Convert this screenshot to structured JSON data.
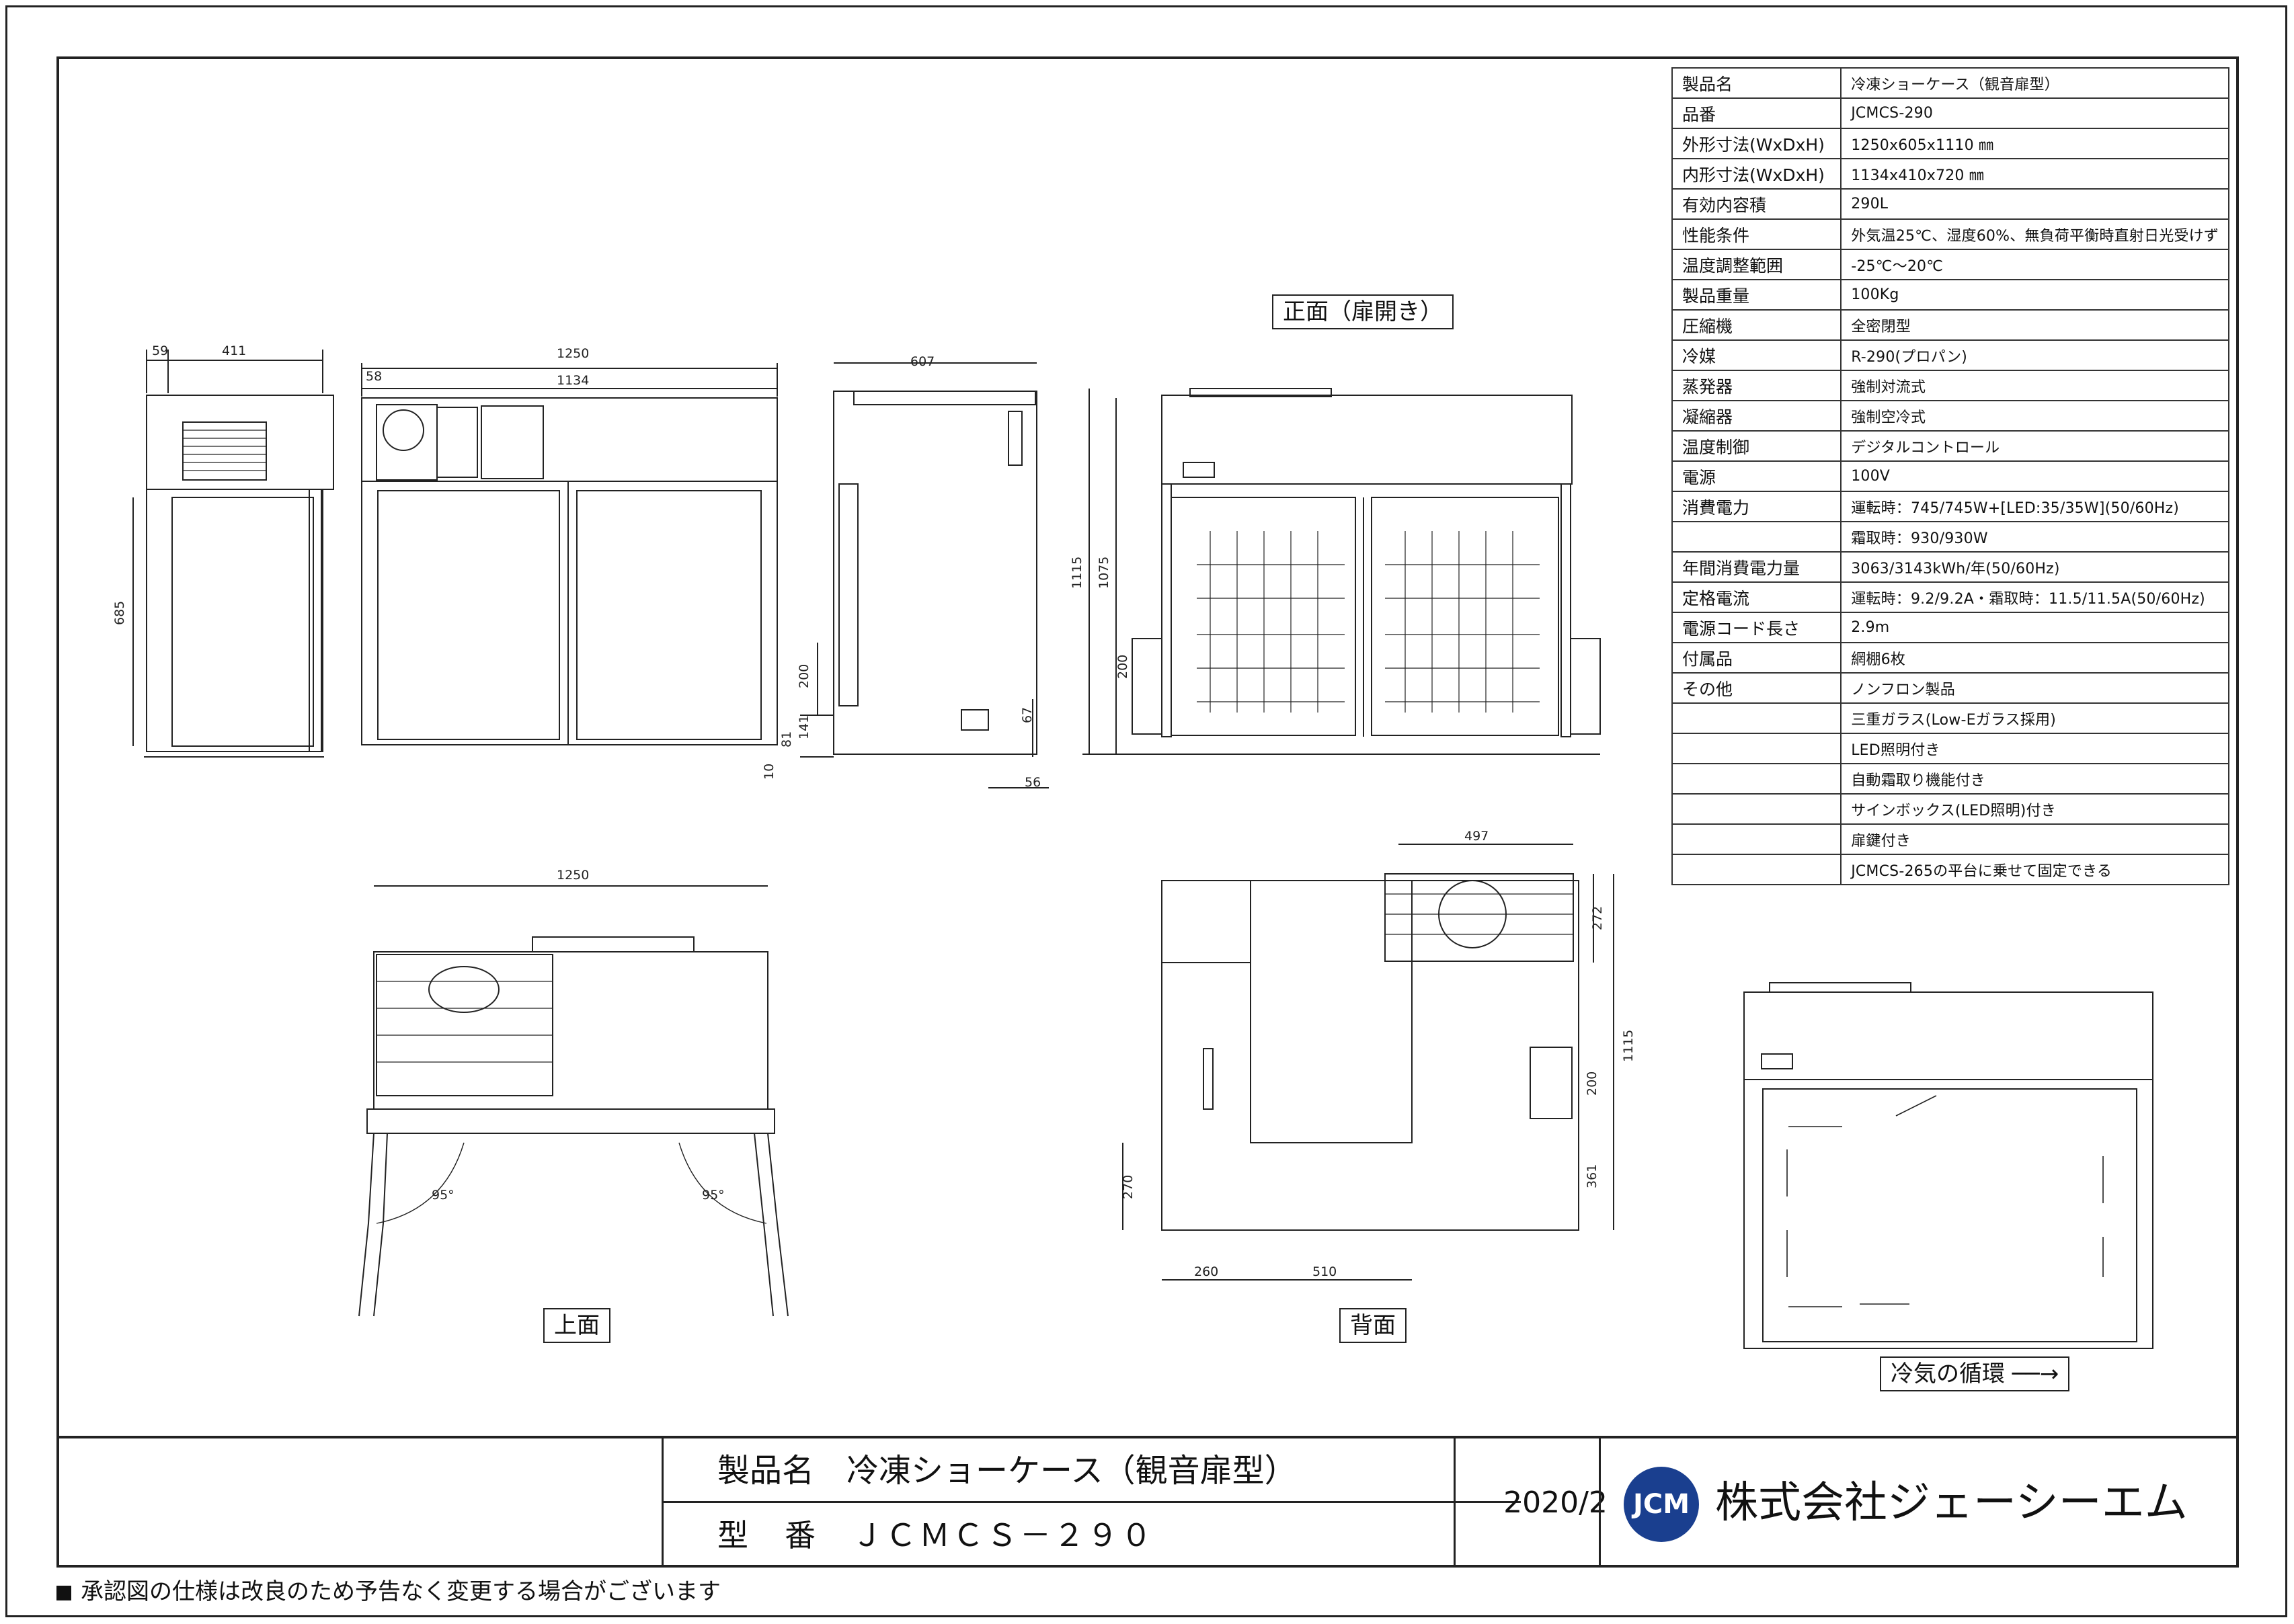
{
  "spec_table": [
    {
      "k": "製品名",
      "v": "冷凍ショーケース（観音扉型）"
    },
    {
      "k": "品番",
      "v": "JCMCS-290"
    },
    {
      "k": "外形寸法(WxDxH)",
      "v": "1250x605x1110 ㎜"
    },
    {
      "k": "内形寸法(WxDxH)",
      "v": "1134x410x720 ㎜"
    },
    {
      "k": "有効内容積",
      "v": "290L"
    },
    {
      "k": "性能条件",
      "v": "外気温25℃、湿度60%、無負荷平衡時直射日光受けず"
    },
    {
      "k": "温度調整範囲",
      "v": "-25℃～20℃"
    },
    {
      "k": "製品重量",
      "v": "100Kg"
    },
    {
      "k": "圧縮機",
      "v": "全密閉型"
    },
    {
      "k": "冷媒",
      "v": "R-290(プロパン)"
    },
    {
      "k": "蒸発器",
      "v": "強制対流式"
    },
    {
      "k": "凝縮器",
      "v": "強制空冷式"
    },
    {
      "k": "温度制御",
      "v": "デジタルコントロール"
    },
    {
      "k": "電源",
      "v": "100V"
    },
    {
      "k": "消費電力",
      "v": "運転時：745/745W+[LED:35/35W](50/60Hz)"
    },
    {
      "k": "",
      "v": "霜取時：930/930W"
    },
    {
      "k": "年間消費電力量",
      "v": "3063/3143kWh/年(50/60Hz)"
    },
    {
      "k": "定格電流",
      "v": "運転時：9.2/9.2A・霜取時：11.5/11.5A(50/60Hz)"
    },
    {
      "k": "電源コード長さ",
      "v": "2.9m"
    },
    {
      "k": "付属品",
      "v": "網棚6枚"
    },
    {
      "k": "その他",
      "v": "ノンフロン製品"
    },
    {
      "k": "",
      "v": "三重ガラス(Low-Eガラス採用)"
    },
    {
      "k": "",
      "v": "LED照明付き"
    },
    {
      "k": "",
      "v": "自動霜取り機能付き"
    },
    {
      "k": "",
      "v": "サインボックス(LED照明)付き"
    },
    {
      "k": "",
      "v": "扉鍵付き"
    },
    {
      "k": "",
      "v": "JCMCS-265の平台に乗せて固定できる"
    }
  ],
  "view_labels": {
    "front_open": "正面（扉開き）",
    "top": "上面",
    "back": "背面",
    "airflow": "冷気の循環"
  },
  "dims": {
    "side_59": "59",
    "side_411": "411",
    "side_685": "685",
    "front_1250": "1250",
    "front_58": "58",
    "front_1134": "1134",
    "rside_607": "607",
    "rside_200": "200",
    "rside_141": "141",
    "rside_81": "81",
    "rside_10": "10",
    "rside_67": "67",
    "rside_56": "56",
    "open_1115": "1115",
    "open_1075": "1075",
    "open_200": "200",
    "top_1250": "1250",
    "top_95a": "95°",
    "top_95b": "95°",
    "back_497": "497",
    "back_272": "272",
    "back_1115": "1115",
    "back_200": "200",
    "back_361": "361",
    "back_270": "270",
    "back_260": "260",
    "back_510": "510"
  },
  "title_block": {
    "product": "製品名　冷凍ショーケース（観音扉型）",
    "model": "型　番　ＪＣＭＣＳ－２９０",
    "date": "2020/2",
    "logo": "JCM",
    "company": "株式会社ジェーシーエム"
  },
  "note": "承認図の仕様は改良のため予告なく変更する場合がございます"
}
